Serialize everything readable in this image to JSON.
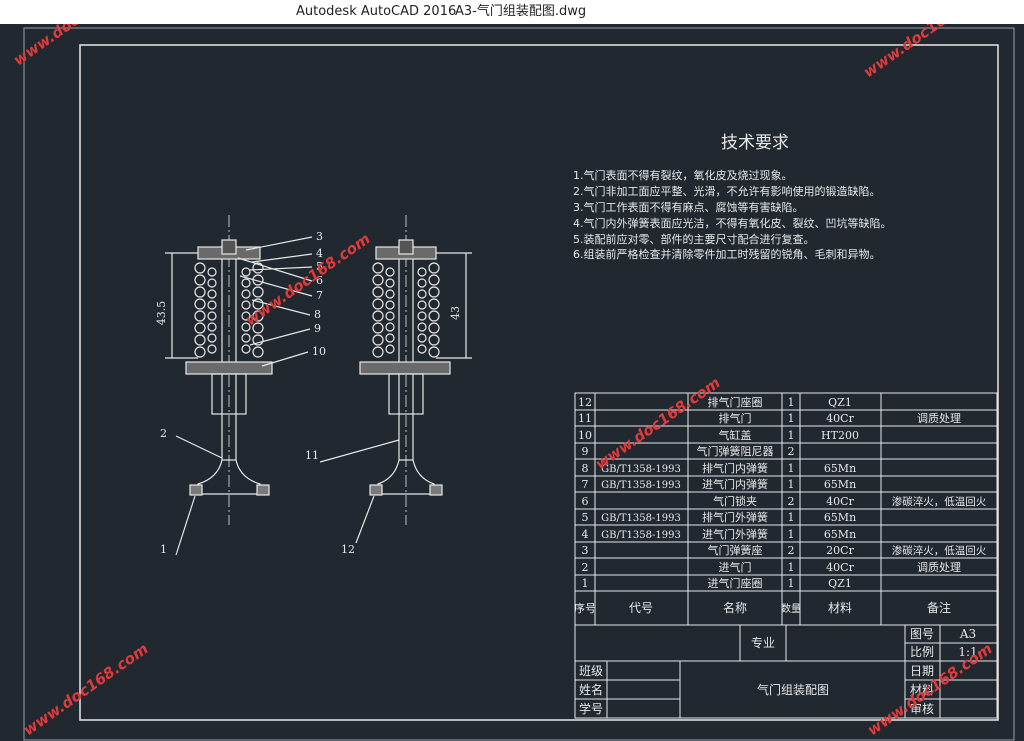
{
  "window": {
    "app_title": "Autodesk AutoCAD 2016",
    "file_title": "A3-气门组装配图.dwg"
  },
  "watermark": "www.doc168.com",
  "requirements": {
    "title": "技术要求",
    "items": [
      "1.气门表面不得有裂纹，氧化皮及烧过现象。",
      "2.气门非加工面应平整、光滑，不允许有影响使用的锻造缺陷。",
      "3.气门工作表面不得有麻点、腐蚀等有害缺陷。",
      "4.气门内外弹簧表面应光洁，不得有氧化皮、裂纹、凹坑等缺陷。",
      "5.装配前应对零、部件的主要尺寸配合进行复查。",
      "6.组装前严格检查并清除零件加工时残留的锐角、毛刺和异物。"
    ]
  },
  "drawing": {
    "dim_left": "43.5",
    "dim_right": "43",
    "callouts_left": [
      "1",
      "2",
      "3",
      "4",
      "5",
      "6",
      "7",
      "8",
      "9",
      "10"
    ],
    "callouts_right": [
      "11",
      "12"
    ]
  },
  "bom": {
    "rows": [
      {
        "no": "12",
        "code": "",
        "name": "排气门座圈",
        "qty": "1",
        "material": "QZ1",
        "note": ""
      },
      {
        "no": "11",
        "code": "",
        "name": "排气门",
        "qty": "1",
        "material": "40Cr",
        "note": "调质处理"
      },
      {
        "no": "10",
        "code": "",
        "name": "气缸盖",
        "qty": "1",
        "material": "HT200",
        "note": ""
      },
      {
        "no": "9",
        "code": "",
        "name": "气门弹簧阻尼器",
        "qty": "2",
        "material": "",
        "note": ""
      },
      {
        "no": "8",
        "code": "GB/T1358-1993",
        "name": "排气门内弹簧",
        "qty": "1",
        "material": "65Mn",
        "note": ""
      },
      {
        "no": "7",
        "code": "GB/T1358-1993",
        "name": "进气门内弹簧",
        "qty": "1",
        "material": "65Mn",
        "note": ""
      },
      {
        "no": "6",
        "code": "",
        "name": "气门锁夹",
        "qty": "2",
        "material": "40Cr",
        "note": "渗碳淬火，低温回火"
      },
      {
        "no": "5",
        "code": "GB/T1358-1993",
        "name": "排气门外弹簧",
        "qty": "1",
        "material": "65Mn",
        "note": ""
      },
      {
        "no": "4",
        "code": "GB/T1358-1993",
        "name": "进气门外弹簧",
        "qty": "1",
        "material": "65Mn",
        "note": ""
      },
      {
        "no": "3",
        "code": "",
        "name": "气门弹簧座",
        "qty": "2",
        "material": "20Cr",
        "note": "渗碳淬火，低温回火"
      },
      {
        "no": "2",
        "code": "",
        "name": "进气门",
        "qty": "1",
        "material": "40Cr",
        "note": "调质处理"
      },
      {
        "no": "1",
        "code": "",
        "name": "进气门座圈",
        "qty": "1",
        "material": "QZ1",
        "note": ""
      }
    ],
    "header": {
      "no": "序号",
      "code": "代号",
      "name": "名称",
      "qty": "数量",
      "material": "材料",
      "note": "备注"
    }
  },
  "title_block": {
    "major_label": "专业",
    "class_label": "班级",
    "name_label": "姓名",
    "id_label": "学号",
    "drawing_title": "气门组装配图",
    "drawing_no_label": "图号",
    "drawing_no_value": "A3",
    "scale_label": "比例",
    "scale_value": "1:1",
    "date_label": "日期",
    "material_label": "材料",
    "review_label": "审核"
  }
}
